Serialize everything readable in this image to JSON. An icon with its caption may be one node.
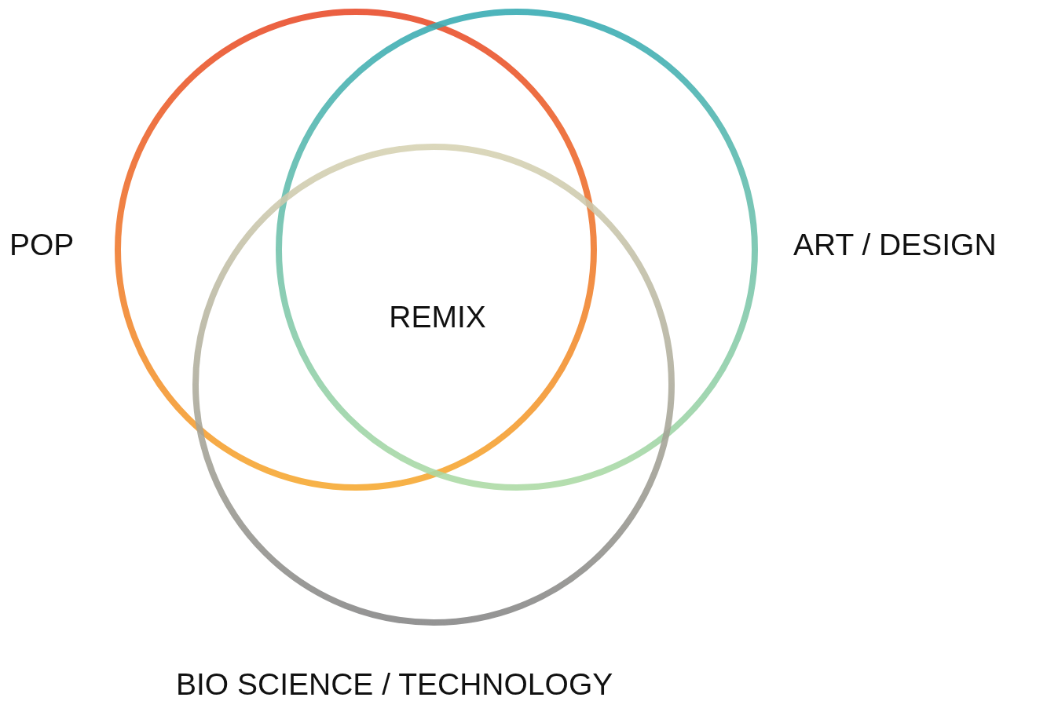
{
  "diagram": {
    "nodes": [
      {
        "text": [
          "POP"
        ]
      },
      {
        "text": [
          "ART / DESIGN"
        ]
      },
      {
        "text": [
          "BIO SCIENCE / TECHNOLOGY"
        ]
      }
    ],
    "labels": [
      "REMIX"
    ]
  }
}
